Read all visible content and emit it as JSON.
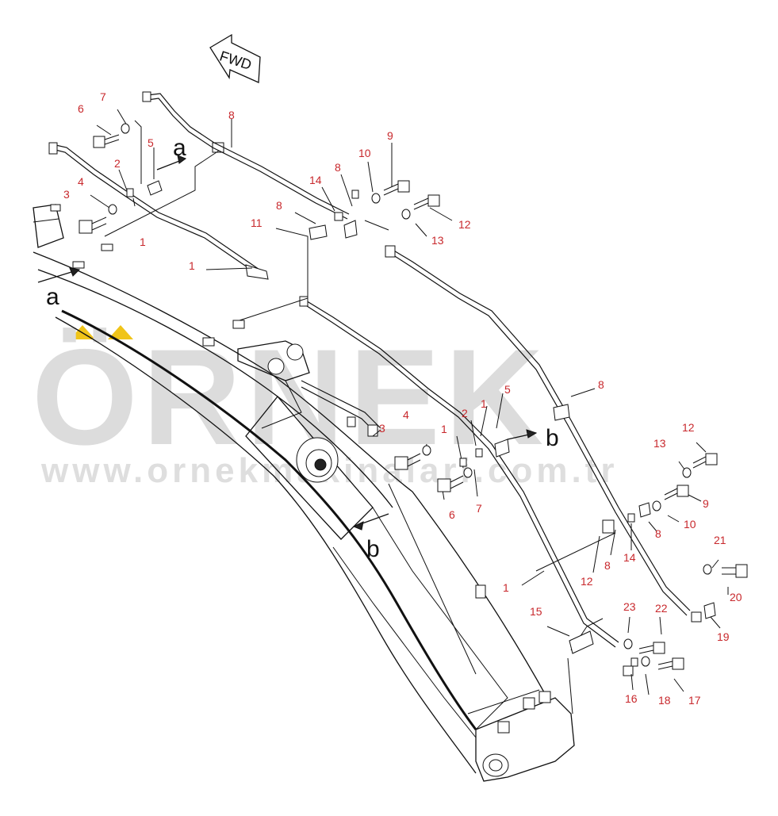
{
  "watermark": {
    "brand": "ÖRNEK",
    "url": "www.ornekmakinalari.com.tr",
    "color": "#dcdcdc",
    "accent_color": "#f0c419"
  },
  "colors": {
    "callout": "#c8282c",
    "line": "#111111"
  },
  "forward_indicator": {
    "label": "FWD"
  },
  "view_markers": [
    {
      "id": "a-upper",
      "label": "a"
    },
    {
      "id": "a-lower",
      "label": "a"
    },
    {
      "id": "b-upper",
      "label": "b"
    },
    {
      "id": "b-lower",
      "label": "b"
    }
  ],
  "callouts": [
    {
      "id": "c01",
      "label": "6"
    },
    {
      "id": "c02",
      "label": "7"
    },
    {
      "id": "c03",
      "label": "8"
    },
    {
      "id": "c04",
      "label": "5"
    },
    {
      "id": "c05",
      "label": "2"
    },
    {
      "id": "c06",
      "label": "4"
    },
    {
      "id": "c07",
      "label": "3"
    },
    {
      "id": "c08",
      "label": "1"
    },
    {
      "id": "c09",
      "label": "1"
    },
    {
      "id": "c10",
      "label": "8"
    },
    {
      "id": "c11",
      "label": "11"
    },
    {
      "id": "c12",
      "label": "14"
    },
    {
      "id": "c13",
      "label": "8"
    },
    {
      "id": "c14",
      "label": "10"
    },
    {
      "id": "c15",
      "label": "9"
    },
    {
      "id": "c16",
      "label": "12"
    },
    {
      "id": "c17",
      "label": "13"
    },
    {
      "id": "c18",
      "label": "8"
    },
    {
      "id": "c19",
      "label": "5"
    },
    {
      "id": "c20",
      "label": "1"
    },
    {
      "id": "c21",
      "label": "2"
    },
    {
      "id": "c22",
      "label": "4"
    },
    {
      "id": "c23",
      "label": "1"
    },
    {
      "id": "c24",
      "label": "3"
    },
    {
      "id": "c25",
      "label": "6"
    },
    {
      "id": "c26",
      "label": "7"
    },
    {
      "id": "c27",
      "label": "12"
    },
    {
      "id": "c28",
      "label": "13"
    },
    {
      "id": "c29",
      "label": "9"
    },
    {
      "id": "c30",
      "label": "10"
    },
    {
      "id": "c31",
      "label": "8"
    },
    {
      "id": "c32",
      "label": "8"
    },
    {
      "id": "c33",
      "label": "14"
    },
    {
      "id": "c34",
      "label": "12"
    },
    {
      "id": "c35",
      "label": "1"
    },
    {
      "id": "c36",
      "label": "21"
    },
    {
      "id": "c37",
      "label": "20"
    },
    {
      "id": "c38",
      "label": "19"
    },
    {
      "id": "c39",
      "label": "15"
    },
    {
      "id": "c40",
      "label": "23"
    },
    {
      "id": "c41",
      "label": "22"
    },
    {
      "id": "c42",
      "label": "16"
    },
    {
      "id": "c43",
      "label": "18"
    },
    {
      "id": "c44",
      "label": "17"
    }
  ]
}
